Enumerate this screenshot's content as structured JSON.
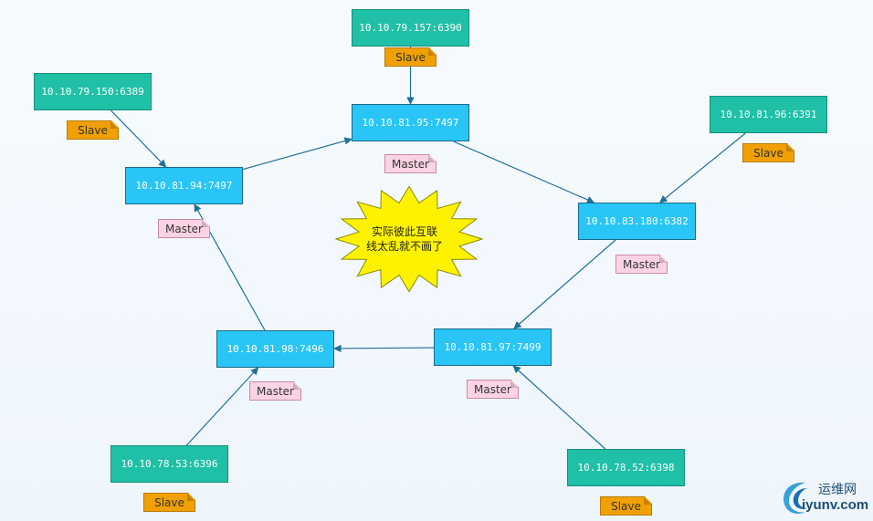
{
  "nodes": {
    "m1": {
      "label": "10.10.81.95:7497",
      "role": "Master"
    },
    "m2": {
      "label": "10.10.81.94:7497",
      "role": "Master"
    },
    "m3": {
      "label": "10.10.83.180:6382",
      "role": "Master"
    },
    "m4": {
      "label": "10.10.81.97:7499",
      "role": "Master"
    },
    "m5": {
      "label": "10.10.81.98:7496",
      "role": "Master"
    },
    "s1": {
      "label": "10.10.79.157:6390",
      "role": "Slave"
    },
    "s2": {
      "label": "10.10.79.150:6389",
      "role": "Slave"
    },
    "s3": {
      "label": "10.10.81.96:6391",
      "role": "Slave"
    },
    "s4": {
      "label": "10.10.78.53:6396",
      "role": "Slave"
    },
    "s5": {
      "label": "10.10.78.52:6398",
      "role": "Slave"
    }
  },
  "edges": [
    {
      "from": "s1",
      "to": "m1"
    },
    {
      "from": "s2",
      "to": "m2"
    },
    {
      "from": "s3",
      "to": "m3"
    },
    {
      "from": "m1",
      "to": "m3"
    },
    {
      "from": "m3",
      "to": "m4"
    },
    {
      "from": "m4",
      "to": "m5"
    },
    {
      "from": "m5",
      "to": "m2"
    },
    {
      "from": "m2",
      "to": "m1"
    },
    {
      "from": "s4",
      "to": "m5"
    },
    {
      "from": "s5",
      "to": "m4"
    }
  ],
  "burst": {
    "line1": "实际彼此互联",
    "line2": "线太乱就不画了"
  },
  "watermark": {
    "cn": "运维网",
    "en": "iyunv.com"
  },
  "colors": {
    "master_fill": "#29c5f6",
    "slave_fill": "#1fc0a6",
    "master_tag": "#fbd3e4",
    "slave_tag": "#f0a000",
    "edge": "#1f6f9a",
    "burst": "#fff200"
  }
}
